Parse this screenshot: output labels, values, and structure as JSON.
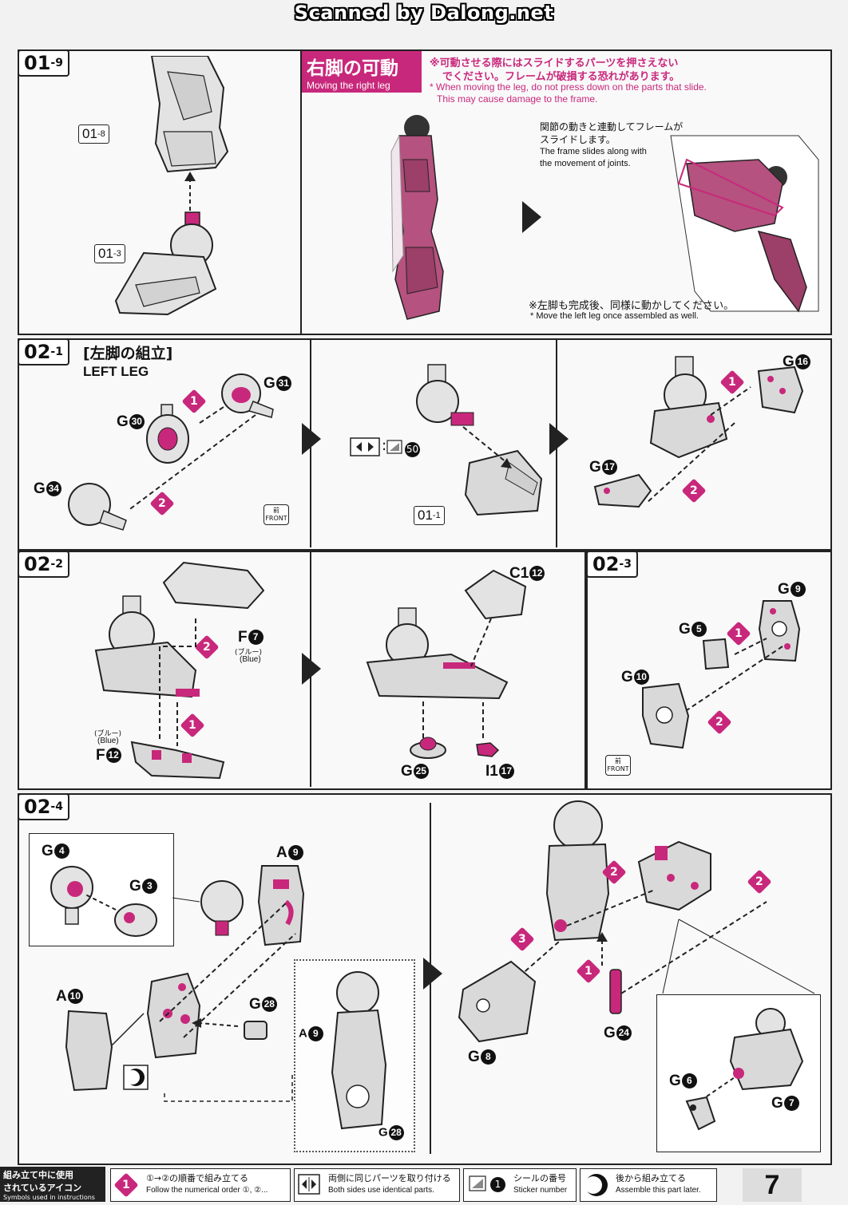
{
  "watermark": "Scanned by Dalong.net",
  "step_01_9": {
    "label_main": "01",
    "label_sub": "-9",
    "ref_top": "01",
    "ref_top_sub": "-8",
    "ref_bottom": "01",
    "ref_bottom_sub": "-3"
  },
  "moving_right_leg": {
    "title_jp": "右脚の可動",
    "title_en": "Moving the right leg",
    "warning_jp_1": "※可動させる際にはスライドするパーツを押さえない",
    "warning_jp_2": "でください。フレームが破損する恐れがあります。",
    "warning_en_1": "* When moving the leg, do not press down on the parts that slide.",
    "warning_en_2": "This may cause damage to the frame.",
    "note_jp_1": "関節の動きと連動してフレームが",
    "note_jp_2": "スライドします。",
    "note_en_1": "The frame slides along with",
    "note_en_2": "the movement of joints.",
    "left_leg_jp": "※左脚も完成後、同様に動かしてください。",
    "left_leg_en": "* Move the left leg once assembled as well."
  },
  "step_02_1": {
    "label_main": "02",
    "label_sub": "-1",
    "title_jp": "[左脚の組立]",
    "title_en": "LEFT LEG",
    "parts": {
      "g31": "G",
      "g31_num": "31",
      "g30": "G",
      "g30_num": "30",
      "g34": "G",
      "g34_num": "34",
      "g16": "G",
      "g16_num": "16",
      "g17": "G",
      "g17_num": "17"
    },
    "sticker_num": "50",
    "ref_01_1": "01",
    "ref_01_1_sub": "-1",
    "front_jp": "前",
    "front_en": "FRONT"
  },
  "step_02_2": {
    "label_main": "02",
    "label_sub": "-2",
    "f7": "F",
    "f7_num": "7",
    "f7_color_jp": "(ブルー)",
    "f7_color_en": "(Blue)",
    "f12": "F",
    "f12_num": "12",
    "f12_color_jp": "(ブルー)",
    "f12_color_en": "(Blue)",
    "c1_12": "C1",
    "c1_12_num": "12",
    "g25": "G",
    "g25_num": "25",
    "i1_17": "I1",
    "i1_17_num": "17"
  },
  "step_02_3": {
    "label_main": "02",
    "label_sub": "-3",
    "g9": "G",
    "g9_num": "9",
    "g5": "G",
    "g5_num": "5",
    "g10": "G",
    "g10_num": "10",
    "front_jp": "前",
    "front_en": "FRONT"
  },
  "step_02_4": {
    "label_main": "02",
    "label_sub": "-4",
    "g4": "G",
    "g4_num": "4",
    "g3": "G",
    "g3_num": "3",
    "a9": "A",
    "a9_num": "9",
    "a10": "A",
    "a10_num": "10",
    "g28": "G",
    "g28_num": "28",
    "a9b": "A",
    "a9b_num": "9",
    "g28b": "G",
    "g28b_num": "28",
    "g8": "G",
    "g8_num": "8",
    "g24": "G",
    "g24_num": "24",
    "g6": "G",
    "g6_num": "6",
    "g7": "G",
    "g7_num": "7"
  },
  "legend": {
    "header_jp_1": "組み立て中に使用",
    "header_jp_2": "されているアイコン",
    "header_en": "Symbols used in instructions",
    "order_jp": "①→②の順番で組み立てる",
    "order_en": "Follow the numerical order ①, ②...",
    "both_jp": "両側に同じパーツを取り付ける",
    "both_en": "Both sides use identical parts.",
    "sticker_jp": "シールの番号",
    "sticker_en": "Sticker number",
    "later_jp": "後から組み立てる",
    "later_en": "Assemble this part later."
  },
  "page_number": "7",
  "colors": {
    "accent": "#c8287b",
    "panel_border": "#222222",
    "part_gray": "#d9d9d9"
  }
}
